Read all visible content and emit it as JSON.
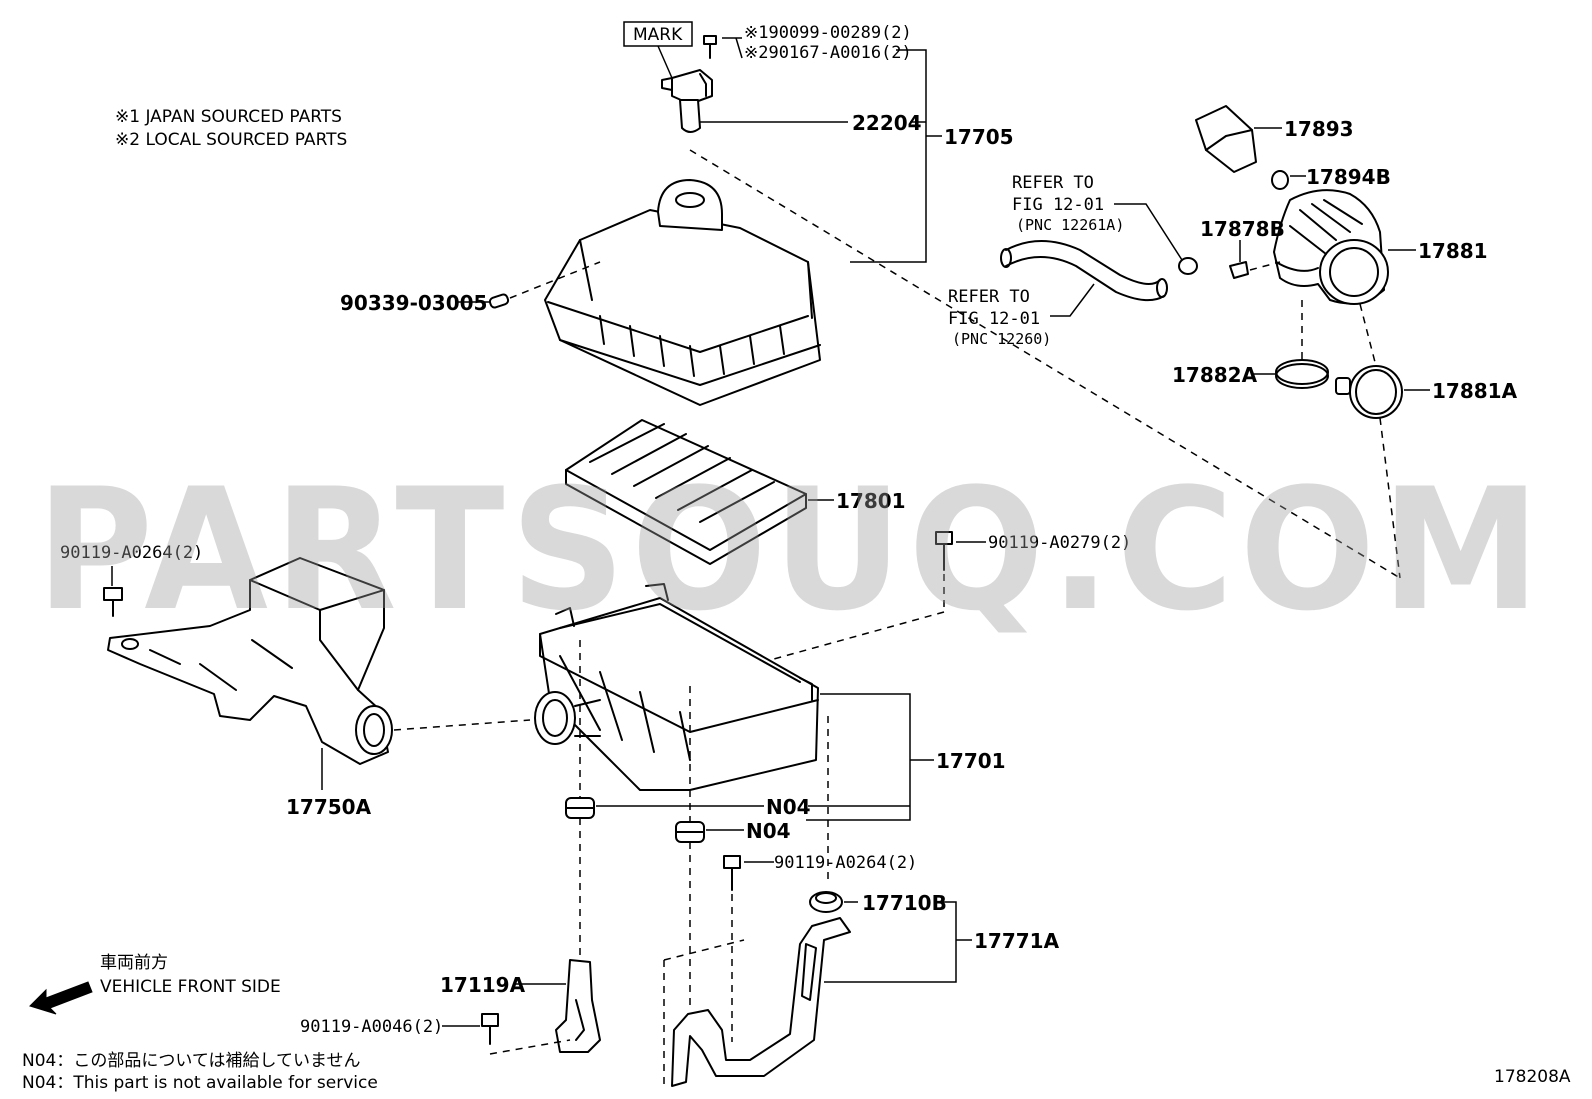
{
  "notes": {
    "japan": "※1 JAPAN SOURCED PARTS",
    "local": "※2 LOCAL SOURCED PARTS"
  },
  "mark_box": "MARK",
  "refs": {
    "ref1_line1": "REFER TO",
    "ref1_line2": "FIG 12-01",
    "ref1_line3": "(PNC 12261A)",
    "ref2_line1": "REFER TO",
    "ref2_line2": "FIG 12-01",
    "ref2_line3": "(PNC 12260)"
  },
  "labels": {
    "p190099": "※190099-00289(2)",
    "p290167": "※290167-A0016(2)",
    "p22204": "22204",
    "p17705": "17705",
    "p90339": "90339-03005",
    "p17893": "17893",
    "p17894B": "17894B",
    "p17878B": "17878B",
    "p17881": "17881",
    "p17882A": "17882A",
    "p17881A": "17881A",
    "p17801": "17801",
    "p90119a0264top": "90119-A0264(2)",
    "p90119a0279": "90119-A0279(2)",
    "p17750A": "17750A",
    "p17701": "17701",
    "n04a": "N04",
    "n04b": "N04",
    "p90119a0264mid": "90119-A0264(2)",
    "p17710B": "17710B",
    "p17771A": "17771A",
    "p17119A": "17119A",
    "p90119a0046": "90119-A0046(2)"
  },
  "front": {
    "jp": "車両前方",
    "en": "VEHICLE FRONT SIDE"
  },
  "footnotes": {
    "jp": "N04：この部品については補給していません",
    "en": "N04：This part is not available for service"
  },
  "figure_code": "178208A",
  "watermark": "PARTSOUQ.COM",
  "colors": {
    "line": "#000000",
    "watermark": "#9a9a9a",
    "background": "#ffffff"
  },
  "icons": {
    "front_arrow": "arrow-left-icon"
  }
}
